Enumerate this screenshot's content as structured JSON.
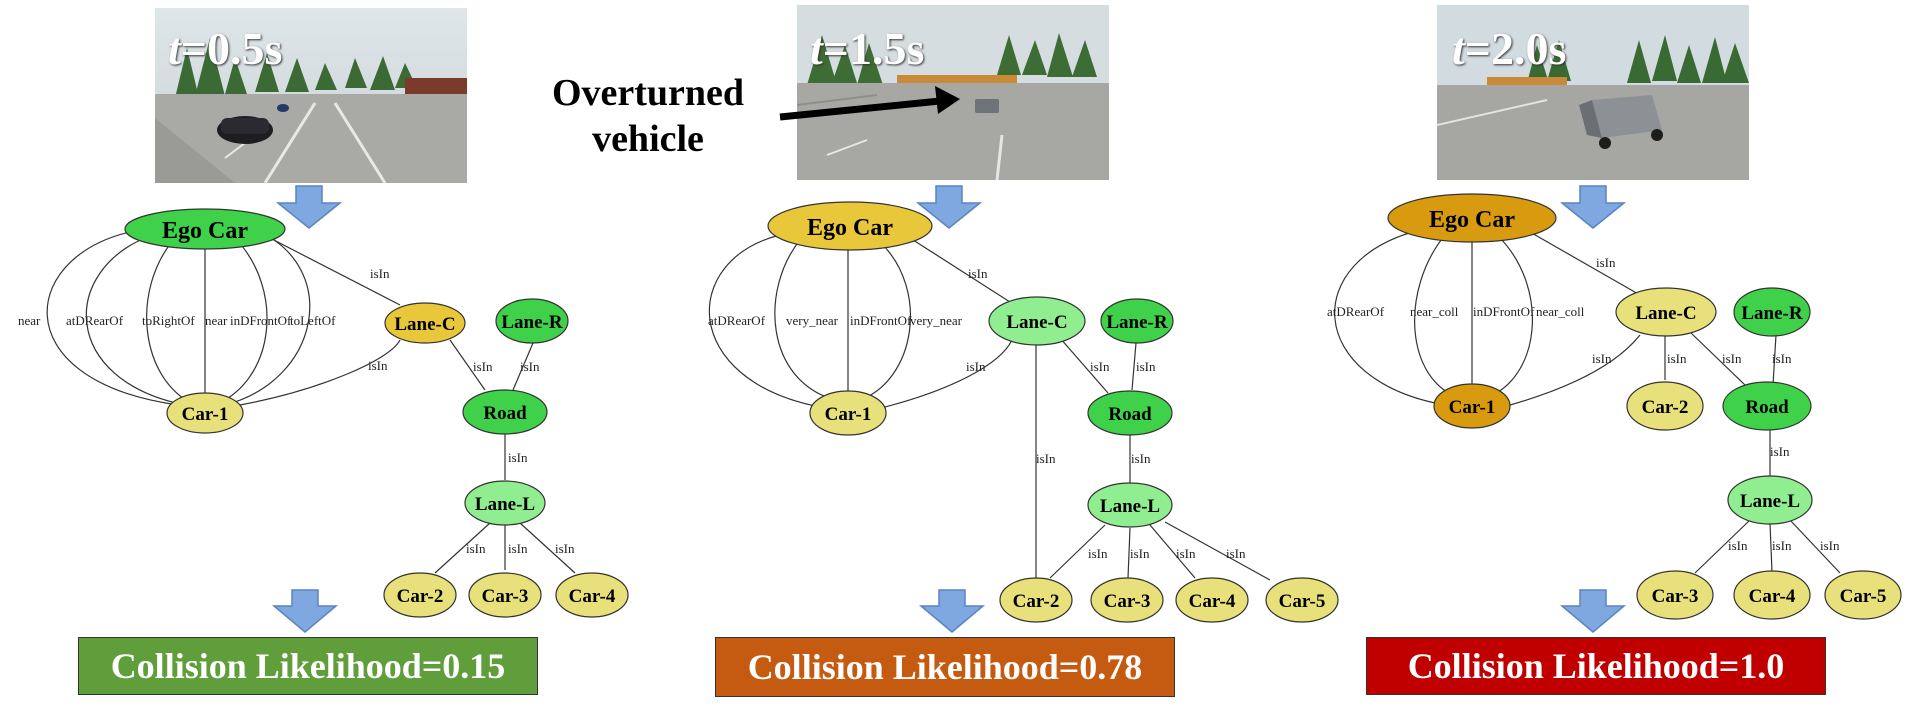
{
  "annotation": {
    "line1": "Overturned",
    "line2": "vehicle"
  },
  "colors": {
    "node_green": "#3fd14a",
    "node_light_green": "#90ee90",
    "node_yellow": "#e8e07a",
    "node_gold": "#e8c83a",
    "node_orange": "#d89b0f",
    "arrow_blue": "#7fa8e0",
    "result_green": "#5f9e3a",
    "result_orange": "#c55a11",
    "result_red": "#c00000"
  },
  "panels": [
    {
      "time_prefix": "t",
      "time_value": "=0.5s",
      "result": "Collision Likelihood=0.15",
      "result_color": "#5f9e3a",
      "nodes": {
        "ego": {
          "label": "Ego Car",
          "color": "#3fd14a"
        },
        "lane_c": {
          "label": "Lane-C",
          "color": "#e8c83a"
        },
        "lane_r": {
          "label": "Lane-R",
          "color": "#3fd14a"
        },
        "road": {
          "label": "Road",
          "color": "#3fd14a"
        },
        "car1": {
          "label": "Car-1",
          "color": "#e8e07a"
        },
        "lane_l": {
          "label": "Lane-L",
          "color": "#90ee90"
        },
        "car2": {
          "label": "Car-2",
          "color": "#e8e07a"
        },
        "car3": {
          "label": "Car-3",
          "color": "#e8e07a"
        },
        "car4": {
          "label": "Car-4",
          "color": "#e8e07a"
        }
      },
      "edge_labels": {
        "rel1": "near",
        "rel2": "atDRearOf",
        "rel3": "toRightOf",
        "rel4": "near",
        "rel5": "inDFrontOf",
        "rel6": "toLeftOf",
        "ego_lanec": "isIn",
        "car1_lanec": "isIn",
        "lanec_road": "isIn",
        "laner_road": "isIn",
        "road_lanel": "isIn",
        "lanel_car2": "isIn",
        "lanel_car3": "isIn",
        "lanel_car4": "isIn"
      }
    },
    {
      "time_prefix": "t",
      "time_value": "=1.5s",
      "result": "Collision Likelihood=0.78",
      "result_color": "#c55a11",
      "nodes": {
        "ego": {
          "label": "Ego Car",
          "color": "#e8c83a"
        },
        "lane_c": {
          "label": "Lane-C",
          "color": "#90ee90"
        },
        "lane_r": {
          "label": "Lane-R",
          "color": "#3fd14a"
        },
        "road": {
          "label": "Road",
          "color": "#3fd14a"
        },
        "car1": {
          "label": "Car-1",
          "color": "#e8e07a"
        },
        "lane_l": {
          "label": "Lane-L",
          "color": "#90ee90"
        },
        "car2": {
          "label": "Car-2",
          "color": "#e8e07a"
        },
        "car3": {
          "label": "Car-3",
          "color": "#e8e07a"
        },
        "car4": {
          "label": "Car-4",
          "color": "#e8e07a"
        },
        "car5": {
          "label": "Car-5",
          "color": "#e8e07a"
        }
      },
      "edge_labels": {
        "rel1": "atDRearOf",
        "rel2": "very_near",
        "rel3": "inDFrontOf",
        "rel4": "very_near",
        "ego_lanec": "isIn",
        "car1_lanec": "isIn",
        "lanec_road": "isIn",
        "laner_road": "isIn",
        "lanec_car2": "isIn",
        "road_lanel": "isIn",
        "lanel_car2": "isIn",
        "lanel_car3": "isIn",
        "lanel_car4": "isIn",
        "lanel_car5": "isIn"
      }
    },
    {
      "time_prefix": "t",
      "time_value": "=2.0s",
      "result": "Collision Likelihood=1.0",
      "result_color": "#c00000",
      "nodes": {
        "ego": {
          "label": "Ego Car",
          "color": "#d89b0f"
        },
        "lane_c": {
          "label": "Lane-C",
          "color": "#e8e07a"
        },
        "lane_r": {
          "label": "Lane-R",
          "color": "#3fd14a"
        },
        "road": {
          "label": "Road",
          "color": "#3fd14a"
        },
        "car1": {
          "label": "Car-1",
          "color": "#d89b0f"
        },
        "car2": {
          "label": "Car-2",
          "color": "#e8e07a"
        },
        "lane_l": {
          "label": "Lane-L",
          "color": "#90ee90"
        },
        "car3": {
          "label": "Car-3",
          "color": "#e8e07a"
        },
        "car4": {
          "label": "Car-4",
          "color": "#e8e07a"
        },
        "car5": {
          "label": "Car-5",
          "color": "#e8e07a"
        }
      },
      "edge_labels": {
        "rel1": "atDRearOf",
        "rel2": "near_coll",
        "rel3": "inDFrontOf",
        "rel4": "near_coll",
        "ego_lanec": "isIn",
        "car1_lanec": "isIn",
        "lanec_car2": "isIn",
        "lanec_road": "isIn",
        "laner_road": "isIn",
        "road_lanel": "isIn",
        "lanel_car3": "isIn",
        "lanel_car4": "isIn",
        "lanel_car5": "isIn"
      }
    }
  ]
}
